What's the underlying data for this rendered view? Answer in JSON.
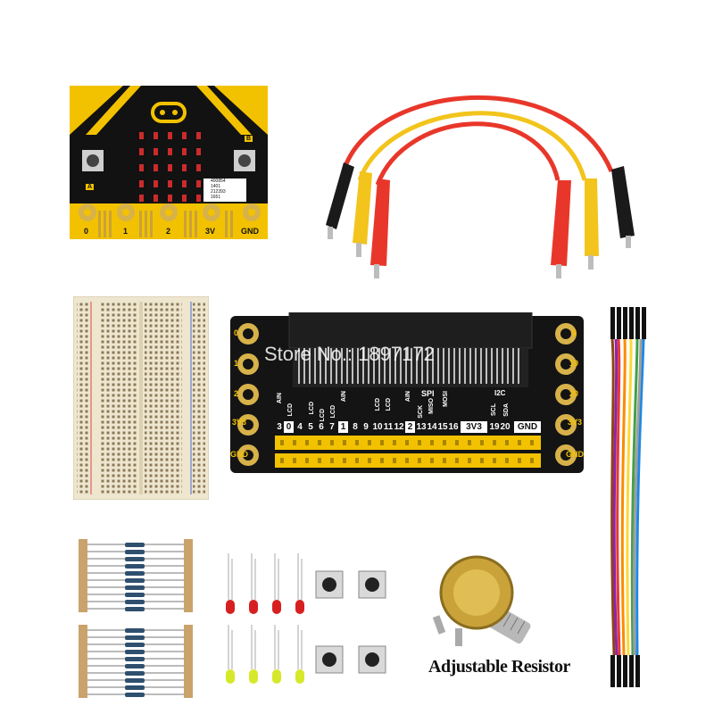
{
  "microbit": {
    "chip_lines": [
      "400854",
      "1401",
      "212393",
      "1651"
    ],
    "pins": [
      "0",
      "1",
      "2",
      "3V",
      "GND"
    ],
    "button_a": "A",
    "button_b": "B"
  },
  "edge_board": {
    "watermark": "Store No.: 1897172",
    "left_labels": [
      "0",
      "1",
      "2",
      "3V3",
      "GND"
    ],
    "right_labels": [
      "8",
      "19",
      "20",
      "3V3",
      "GND"
    ],
    "pin_numbers": [
      "3",
      "0",
      "4",
      "5",
      "6",
      "7",
      "1",
      "8",
      "9",
      "10",
      "11",
      "12",
      "2",
      "13",
      "14",
      "15",
      "16",
      "3V3",
      "19",
      "20",
      "GND"
    ],
    "signal_labels": [
      "AIN",
      "LCD",
      "LCD",
      "LCD",
      "LCD",
      "AIN",
      "LCD",
      "LCD",
      "AIN",
      "SCK",
      "MISO",
      "MOSI",
      "SCL",
      "SDA"
    ],
    "spi_label": "SPI",
    "i2c_label": "I2C"
  },
  "potentiometer": {
    "caption": "Adjustable Resistor"
  },
  "colors": {
    "board_black": "#141414",
    "board_yellow": "#f2c200",
    "gold": "#d7b24a",
    "clip_red": "#e8372a",
    "clip_yellow": "#f2c41c",
    "clip_black": "#1a1a1a"
  }
}
